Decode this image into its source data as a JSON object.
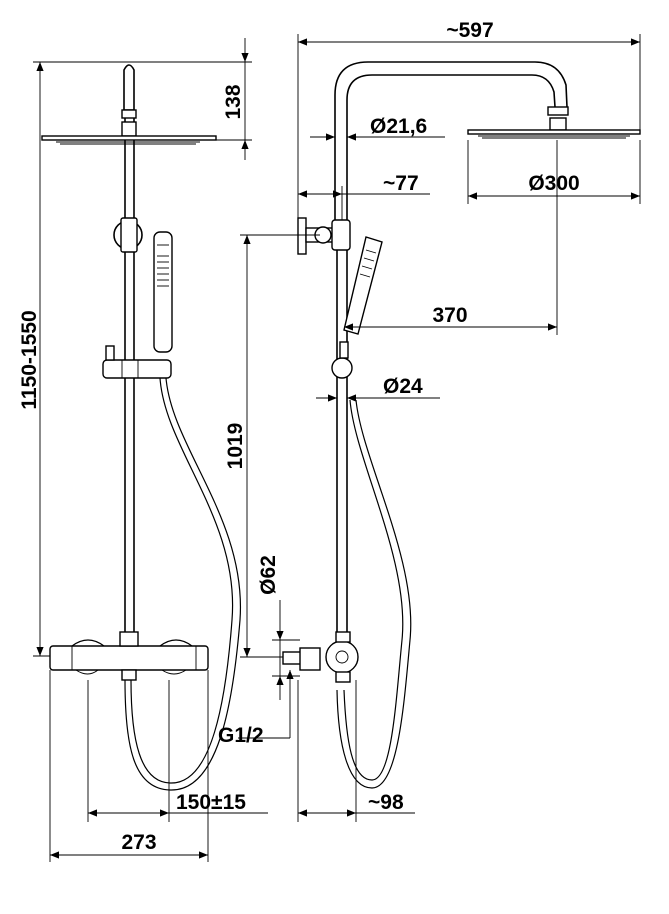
{
  "dimensions": {
    "head_height": "138",
    "total_height": "1150-1550",
    "rail_length": "1019",
    "mixer_body_diameter": "Ø62",
    "connection_thread": "G1/2",
    "inlet_spacing": "150±15",
    "mixer_width": "273",
    "overall_width": "~597",
    "pipe_diameter": "Ø21,6",
    "wall_offset": "~77",
    "head_diameter": "Ø300",
    "hand_shower_reach": "370",
    "rail_diameter": "Ø24",
    "mixer_depth": "~98"
  }
}
